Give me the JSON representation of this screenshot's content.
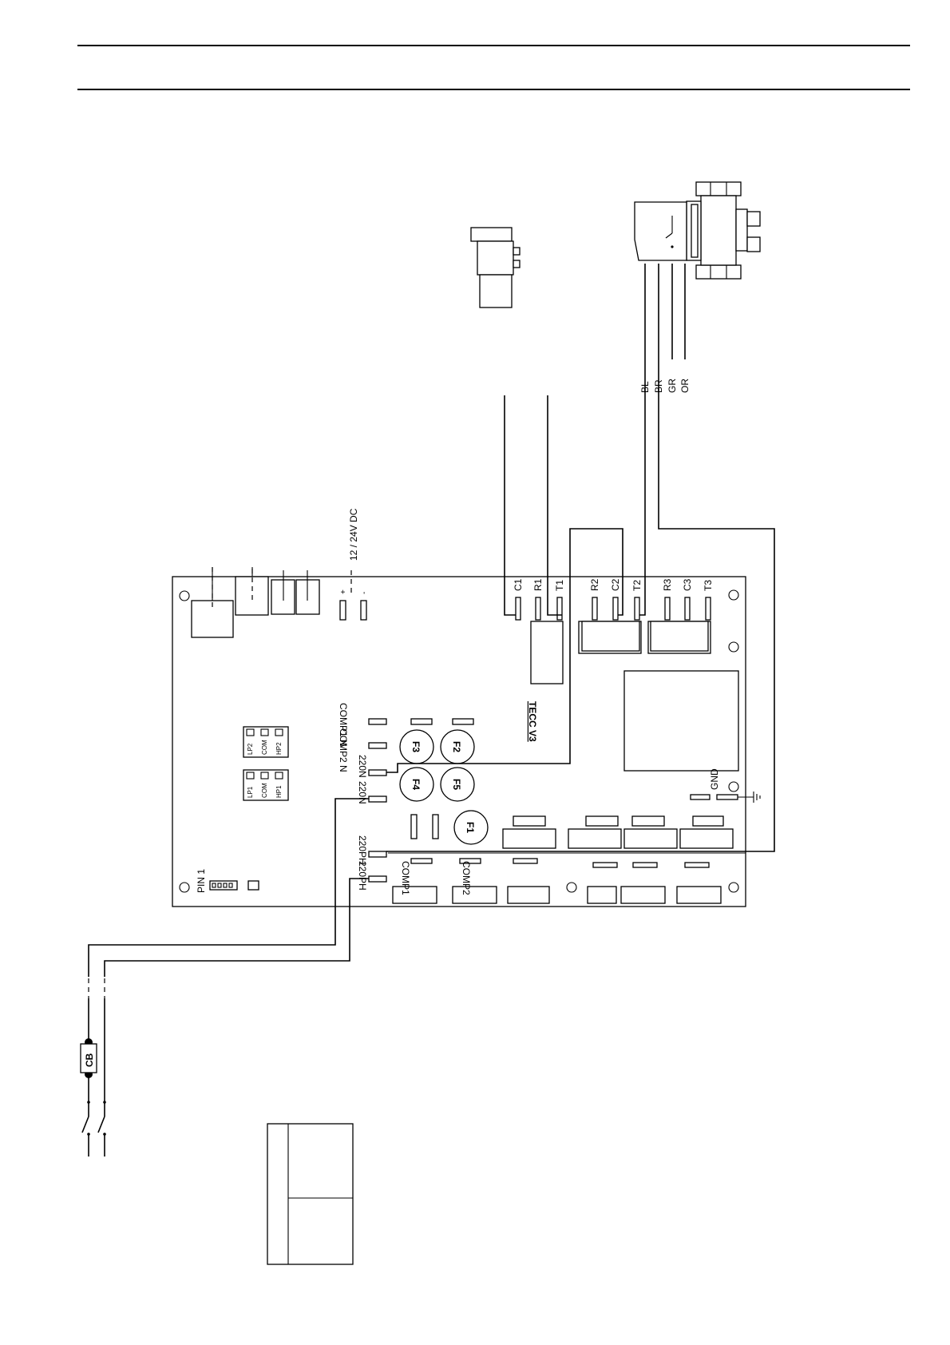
{
  "board": {
    "name": "TECC V3",
    "pin1": "PIN 1",
    "power_label": "12 / 24V DC",
    "power_plus": "+",
    "power_minus": "-"
  },
  "terminals_top": [
    "C1",
    "R1",
    "T1",
    "R2",
    "C2",
    "T2",
    "R3",
    "C3",
    "T3"
  ],
  "fuses": [
    "F1",
    "F2",
    "F3",
    "F4",
    "F5"
  ],
  "connectors": {
    "comp1_n": "COMP1 N",
    "comp2_n": "COMP2 N",
    "n220_a": "220N",
    "n220_b": "220N",
    "ph220_a": "220PH",
    "ph220_b": "220PH",
    "comp1": "COMP1",
    "comp2": "COMP2",
    "gnd": "GND"
  },
  "switch_blocks": {
    "upper": [
      "LP2",
      "COM",
      "HP2"
    ],
    "lower": [
      "LP1",
      "COM",
      "HP1"
    ]
  },
  "valve_wires": [
    "BL",
    "BR",
    "GR",
    "OR"
  ],
  "breaker": "CB"
}
